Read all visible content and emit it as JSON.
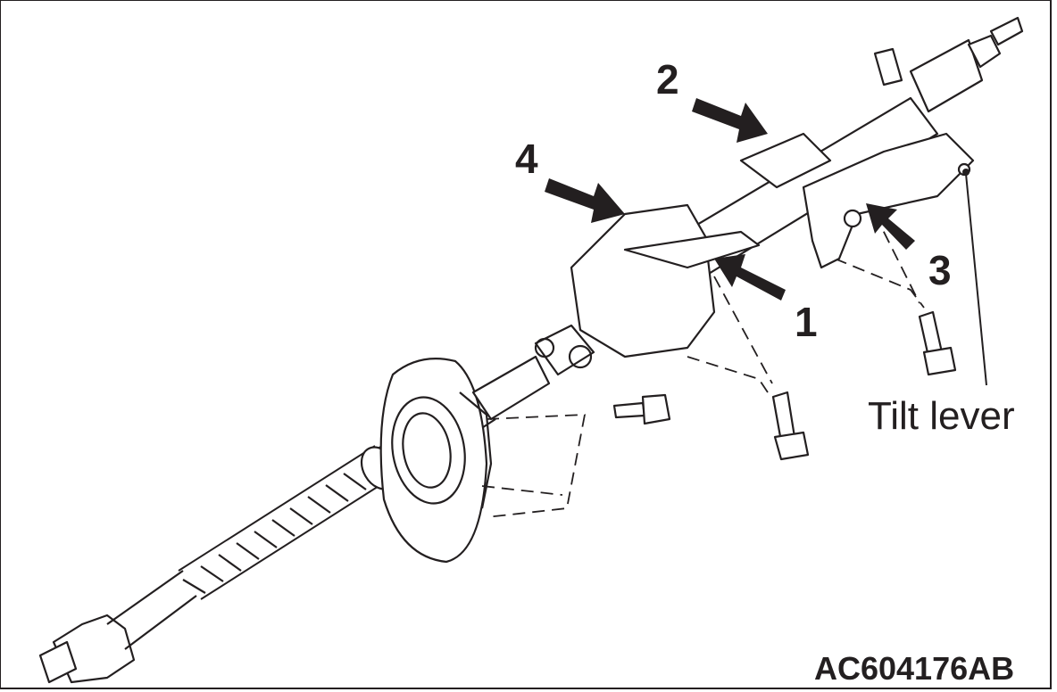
{
  "diagram": {
    "callouts": [
      "1",
      "2",
      "3",
      "4"
    ],
    "tilt_lever_label": "Tilt lever",
    "figure_code": "AC604176AB"
  },
  "colors": {
    "ink": "#231f20",
    "background": "#ffffff"
  }
}
